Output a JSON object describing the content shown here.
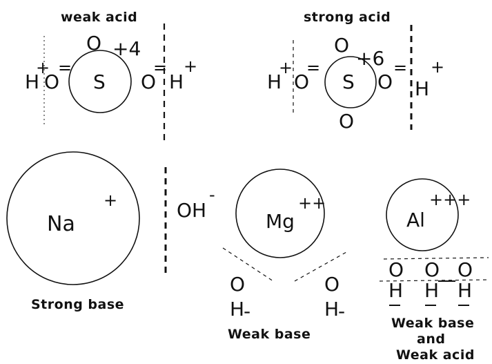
{
  "captions": {
    "weak_acid": "weak acid",
    "strong_acid": "strong acid",
    "strong_base": "Strong base",
    "weak_base": "Weak base",
    "weak_base_and_acid_1": "Weak base",
    "weak_base_and_acid_2": "and",
    "weak_base_and_acid_3": "Weak acid"
  },
  "sulfurous": {
    "top_o": "O",
    "charge": "+4",
    "h_left": "H",
    "h_left_charge": "+",
    "o_left": "O",
    "bond_left": "=",
    "center": "S",
    "o_right": "O",
    "bond_right": "=",
    "h_right": "H",
    "h_right_charge": "+"
  },
  "sulfuric": {
    "top_o": "O",
    "charge": "+6",
    "h_left": "H",
    "h_left_charge": "+",
    "o_left": "O",
    "bond_left": "=",
    "center": "S",
    "o_right": "O",
    "bond_right": "=",
    "h_right": "H",
    "h_right_charge": "+",
    "bottom_o": "O"
  },
  "sodium": {
    "center": "Na",
    "charge": "+",
    "hydroxide": "OH",
    "hydroxide_charge": "-"
  },
  "magnesium": {
    "center": "Mg",
    "charge": "++",
    "o": "O",
    "h": "H",
    "minus": "-"
  },
  "aluminum": {
    "center": "Al",
    "charge": "+++",
    "o": "O",
    "h": "H",
    "minus": "-"
  },
  "colors": {
    "ink": "#111111",
    "background": "#ffffff"
  }
}
